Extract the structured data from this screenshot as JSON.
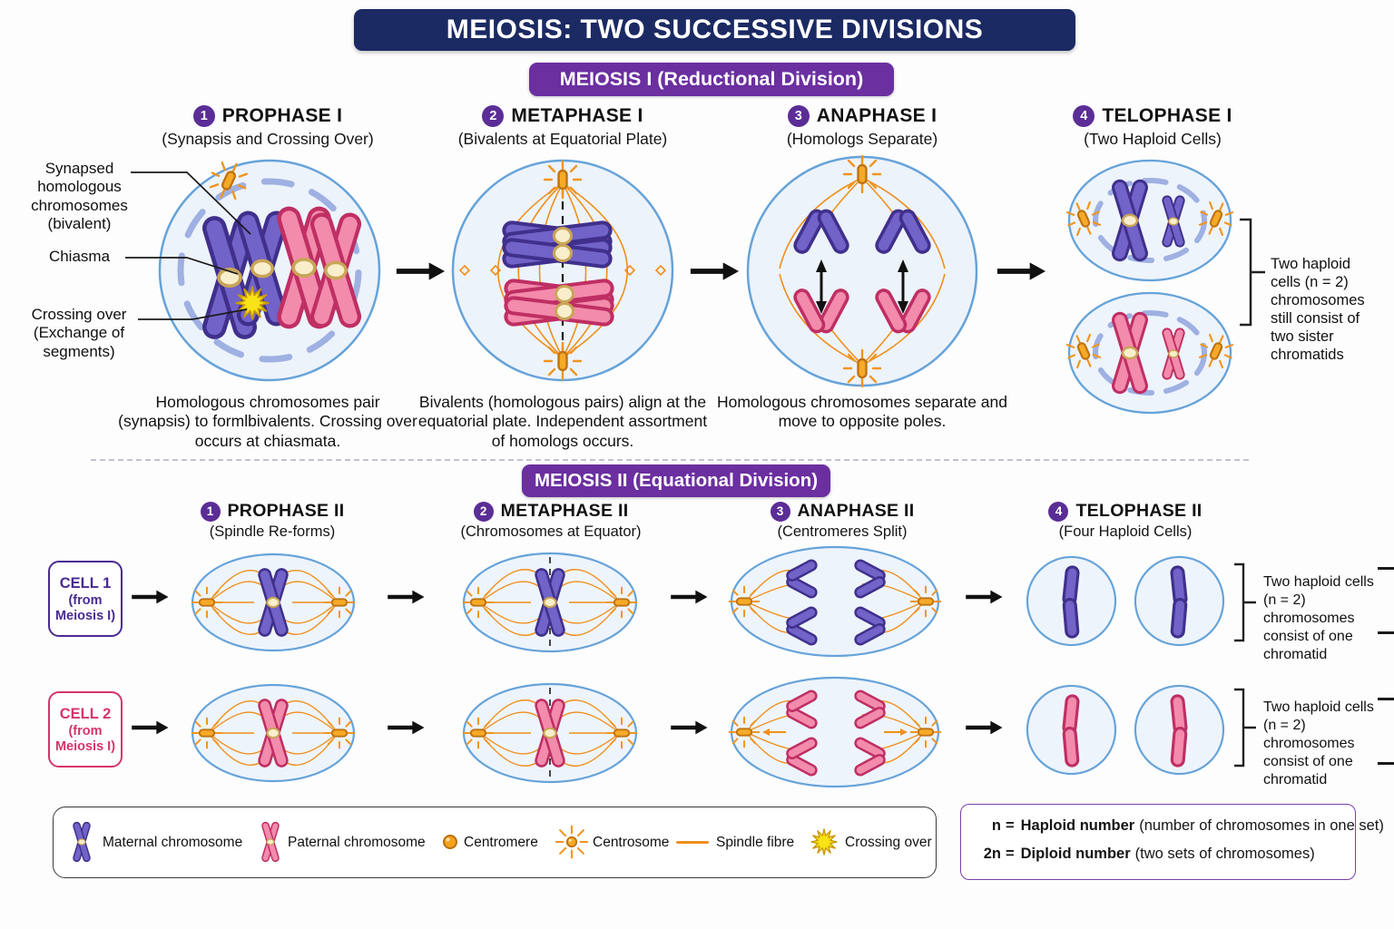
{
  "title": "MEIOSIS: TWO SUCCESSIVE DIVISIONS",
  "meiosis1": {
    "banner": "MEIOSIS I (Reductional Division)",
    "phases": [
      {
        "num": "1",
        "name": "PROPHASE I",
        "subtitle": "(Synapsis and Crossing Over)",
        "description": "Homologous chromosomes pair (synapsis) to formlbivalents. Crossing over occurs at chiasmata."
      },
      {
        "num": "2",
        "name": "METAPHASE I",
        "subtitle": "(Bivalents at Equatorial Plate)",
        "description": "Bivalents (homologous pairs) align at the equatorial plate. Independent assortment of homologs occurs."
      },
      {
        "num": "3",
        "name": "ANAPHASE I",
        "subtitle": "(Homologs Separate)",
        "description": "Homologous chromosomes separate and move to opposite poles."
      },
      {
        "num": "4",
        "name": "TELOPHASE I",
        "subtitle": "(Two Haploid Cells)",
        "description": ""
      }
    ],
    "annotations": {
      "synapsed": "Synapsed homologous chromosomes (bivalent)",
      "chiasma": "Chiasma",
      "crossing_over": "Crossing over (Exchange of segments)"
    },
    "telophase_note": "Two haploid cells (n = 2) chromosomes still consist of two sister chromatids"
  },
  "meiosis2": {
    "banner": "MEIOSIS II (Equational Division)",
    "phases": [
      {
        "num": "1",
        "name": "PROPHASE II",
        "subtitle": "(Spindle Re-forms)"
      },
      {
        "num": "2",
        "name": "METAPHASE II",
        "subtitle": "(Chromosomes at Equator)"
      },
      {
        "num": "3",
        "name": "ANAPHASE II",
        "subtitle": "(Centromeres Split)"
      },
      {
        "num": "4",
        "name": "TELOPHASE II",
        "subtitle": "(Four Haploid Cells)"
      }
    ],
    "cell1": {
      "line1": "CELL 1",
      "line2": "(from",
      "line3": "Meiosis I)"
    },
    "cell2": {
      "line1": "CELL 2",
      "line2": "(from",
      "line3": "Meiosis I)"
    },
    "row1_note": "Two haploid cells (n = 2) chromosomes consist of one chromatid",
    "row2_note": "Two haploid cells (n = 2) chromosomes consist of one chromatid"
  },
  "legend": {
    "items": [
      {
        "icon": "maternal-chromosome-icon",
        "label": "Maternal chromosome"
      },
      {
        "icon": "paternal-chromosome-icon",
        "label": "Paternal chromosome"
      },
      {
        "icon": "centromere-icon",
        "label": "Centromere"
      },
      {
        "icon": "centrosome-icon",
        "label": "Centrosome"
      },
      {
        "icon": "spindle-fibre-icon",
        "label": "Spindle fibre"
      },
      {
        "icon": "crossing-over-icon",
        "label": "Crossing over"
      }
    ]
  },
  "glossary": {
    "eq": "=",
    "line1": {
      "term": "n",
      "bold": "Haploid number",
      "rest": "(number of chromosomes in one set)"
    },
    "line2": {
      "term": "2n",
      "bold": "Diploid number",
      "rest": "(two sets of chromosomes)"
    }
  },
  "colors": {
    "navy_banner": "#1b2a63",
    "purple_banner": "#6b2fa0",
    "phase_badge": "#5b2d96",
    "maternal_purple": "#7163c8",
    "paternal_pink": "#ef7fa4",
    "centrosome_orange": "#f7a928",
    "spindle_orange": "#ef8f1c",
    "crossing_over_yellow": "#f9e216",
    "cell_outline_blue": "#66a3d9",
    "cell1_purple": "#4a2a92",
    "cell2_pink": "#d6336c"
  }
}
